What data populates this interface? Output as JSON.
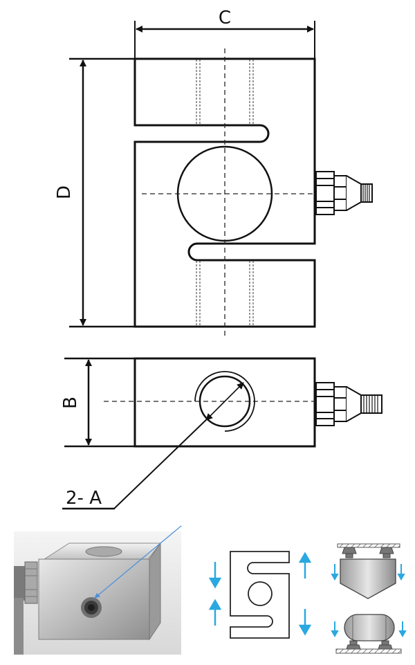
{
  "dimensions": {
    "width_label": "C",
    "height_label": "D",
    "thickness_label": "B",
    "hole_label": "2- A"
  },
  "colors": {
    "line": "#111111",
    "arrow_blue": "#2aa8e0",
    "leader_blue": "#4a90d9",
    "hatch": "#555555",
    "metal": "#c8c8c8"
  },
  "icons": {
    "photo": "s-beam-load-cell-photo-icon",
    "tension_compression": "tension-compression-arrows-icon",
    "hopper": "hopper-mounting-icon",
    "tank": "tank-mounting-icon"
  }
}
